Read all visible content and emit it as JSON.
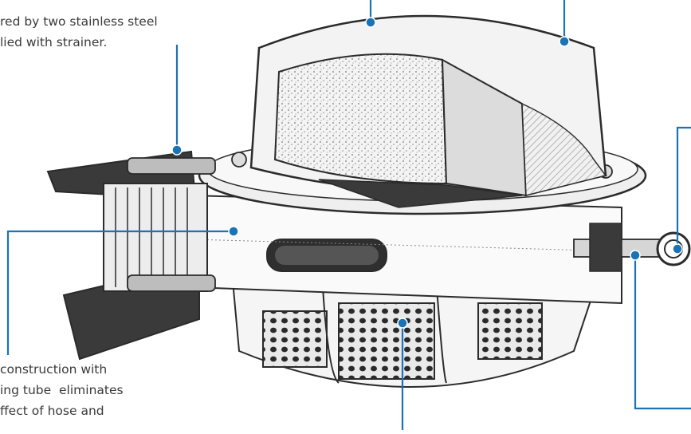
{
  "captions": {
    "top_left": "red by two stainless steel\nlied with strainer.",
    "bottom_left": "construction with\ning tube  eliminates\nffect of hose and"
  },
  "colors": {
    "callout": "#1a73b5",
    "ink": "#2b2b2b",
    "text": "#3a3a3a"
  },
  "illustration": "strainer-fitting-cutaway"
}
